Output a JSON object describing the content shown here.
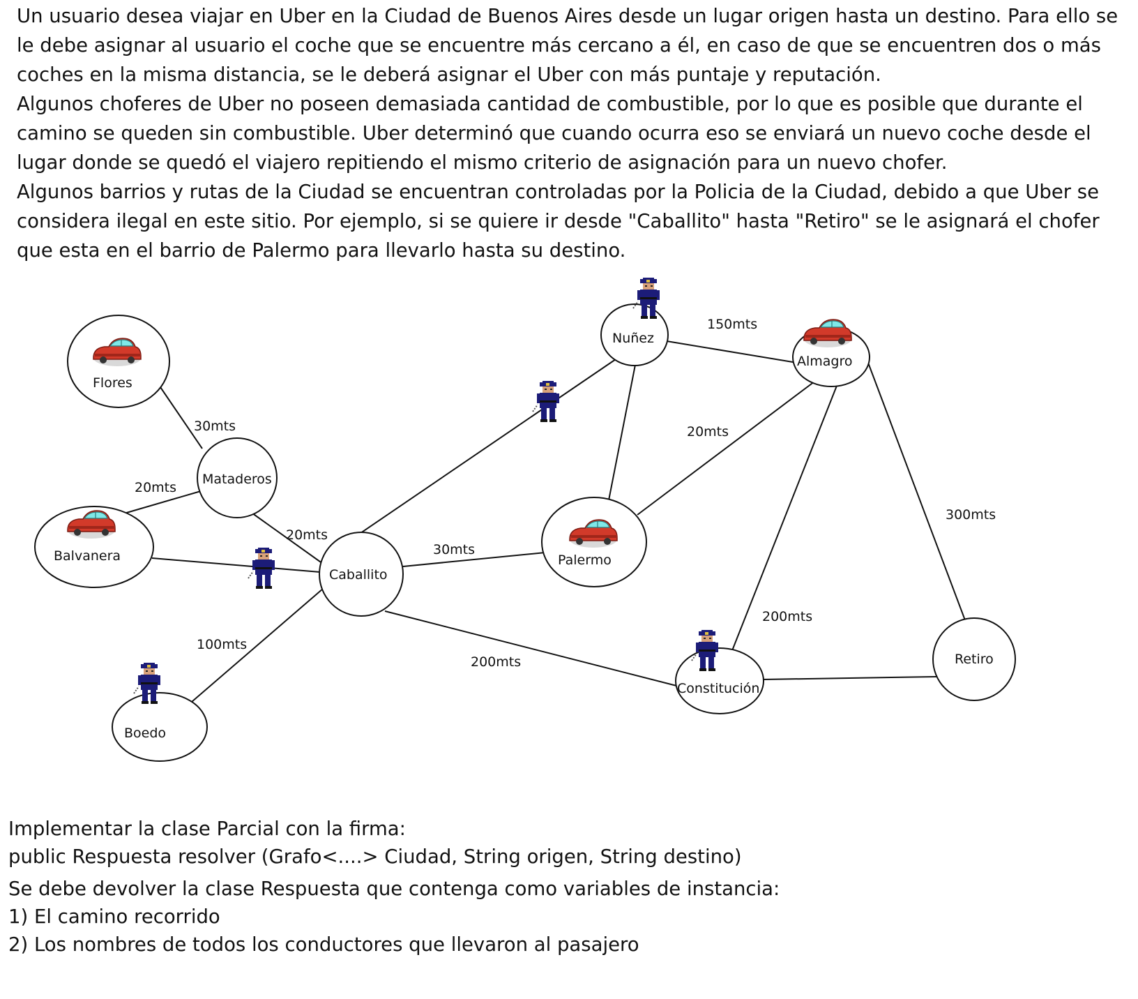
{
  "intro": [
    "Un usuario desea viajar en Uber en la Ciudad de Buenos Aires desde un lugar origen hasta un destino. Para ello se",
    "le debe asignar al usuario el coche que se encuentre más cercano a él, en caso de que se encuentren dos o más",
    "coches en la misma distancia, se le deberá asignar el Uber con más puntaje y reputación.",
    "Algunos choferes de Uber no poseen demasiada cantidad de combustible, por lo que es posible que durante el",
    "camino se queden sin combustible. Uber determinó que cuando ocurra eso se enviará un nuevo coche desde el",
    "lugar donde se quedó el viajero repitiendo el mismo criterio de asignación para un nuevo chofer.",
    "Algunos barrios y rutas de la Ciudad se encuentran controladas por la Policia de la Ciudad, debido a que Uber se",
    "considera ilegal en este sitio. Por ejemplo, si se quiere ir desde \"Caballito\" hasta \"Retiro\" se le asignará el chofer",
    "que esta en el barrio de Palermo para llevarlo hasta su destino."
  ],
  "graph": {
    "nodes": {
      "flores": "Flores",
      "mataderos": "Mataderos",
      "balvanera": "Balvanera",
      "caballito": "Caballito",
      "boedo": "Boedo",
      "nunez": "Nuñez",
      "almagro": "Almagro",
      "palermo": "Palermo",
      "constitucion": "Constitución",
      "retiro": "Retiro"
    },
    "edges": [
      {
        "from": "Flores",
        "to": "Mataderos",
        "label": "30mts"
      },
      {
        "from": "Mataderos",
        "to": "Balvanera",
        "label": "20mts"
      },
      {
        "from": "Mataderos",
        "to": "Caballito",
        "label": "20mts"
      },
      {
        "from": "Balvanera",
        "to": "Caballito",
        "label": ""
      },
      {
        "from": "Caballito",
        "to": "Boedo",
        "label": "100mts"
      },
      {
        "from": "Caballito",
        "to": "Nuñez",
        "label": ""
      },
      {
        "from": "Caballito",
        "to": "Palermo",
        "label": "30mts"
      },
      {
        "from": "Caballito",
        "to": "Constitución",
        "label": "200mts"
      },
      {
        "from": "Nuñez",
        "to": "Almagro",
        "label": "150mts"
      },
      {
        "from": "Nuñez",
        "to": "Palermo",
        "label": ""
      },
      {
        "from": "Palermo",
        "to": "Almagro",
        "label": "20mts"
      },
      {
        "from": "Almagro",
        "to": "Constitución",
        "label": "200mts"
      },
      {
        "from": "Almagro",
        "to": "Retiro",
        "label": "300mts"
      },
      {
        "from": "Constitución",
        "to": "Retiro",
        "label": ""
      }
    ],
    "edge_labels": {
      "flores_mataderos": "30mts",
      "mataderos_balvanera": "20mts",
      "mataderos_caballito": "20mts",
      "caballito_boedo": "100mts",
      "caballito_palermo": "30mts",
      "caballito_constitucion": "200mts",
      "nunez_almagro": "150mts",
      "palermo_almagro": "20mts",
      "almagro_constitucion": "200mts",
      "almagro_retiro": "300mts"
    },
    "cars_at": [
      "Flores",
      "Balvanera",
      "Almagro",
      "Palermo"
    ],
    "police_at": [
      "Nuñez",
      "Caballito–Nuñez route",
      "Balvanera–Caballito route",
      "Boedo",
      "Constitución"
    ],
    "colors": {
      "car_body": "#d23a2a",
      "car_window": "#7fe8e8",
      "police_uniform": "#1c1c78",
      "line": "#111111"
    }
  },
  "footer": {
    "line1": "Implementar la clase Parcial con la firma:",
    "line2": "public Respuesta resolver (Grafo<....> Ciudad, String origen, String destino)",
    "line3": "Se debe devolver la clase Respuesta que contenga como variables de instancia:",
    "line4": "1) El camino recorrido",
    "line5": "2) Los nombres de todos los conductores que llevaron al pasajero"
  }
}
